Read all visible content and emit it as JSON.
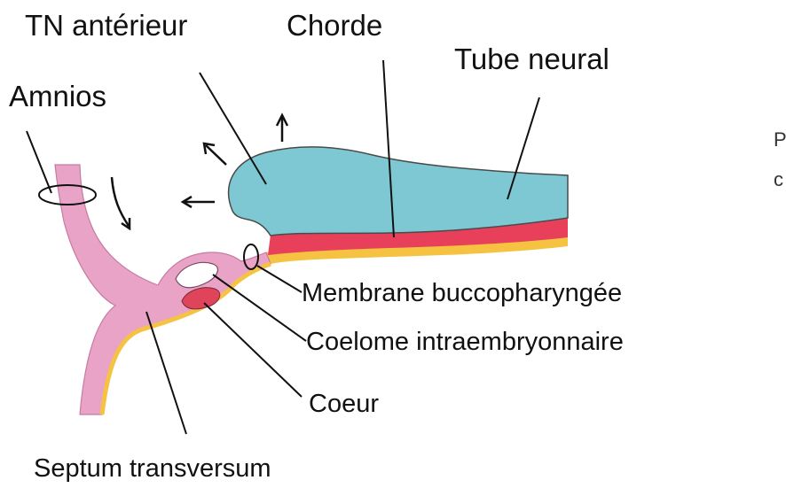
{
  "labels": {
    "tn_anterieur": "TN antérieur",
    "chorde": "Chorde",
    "tube_neural": "Tube neural",
    "amnios": "Amnios",
    "membrane": "Membrane buccopharyngée",
    "coelome": "Coelome intraembryonnaire",
    "coeur": "Coeur",
    "septum": "Septum transversum",
    "cut_p": "P",
    "cut_c": "c"
  },
  "colors": {
    "neural_tube": "#7ec8d3",
    "notochord": "#e8405a",
    "ectoderm": "#f5c242",
    "amnion": "#e9a3c6",
    "heart": "#e0445a"
  }
}
